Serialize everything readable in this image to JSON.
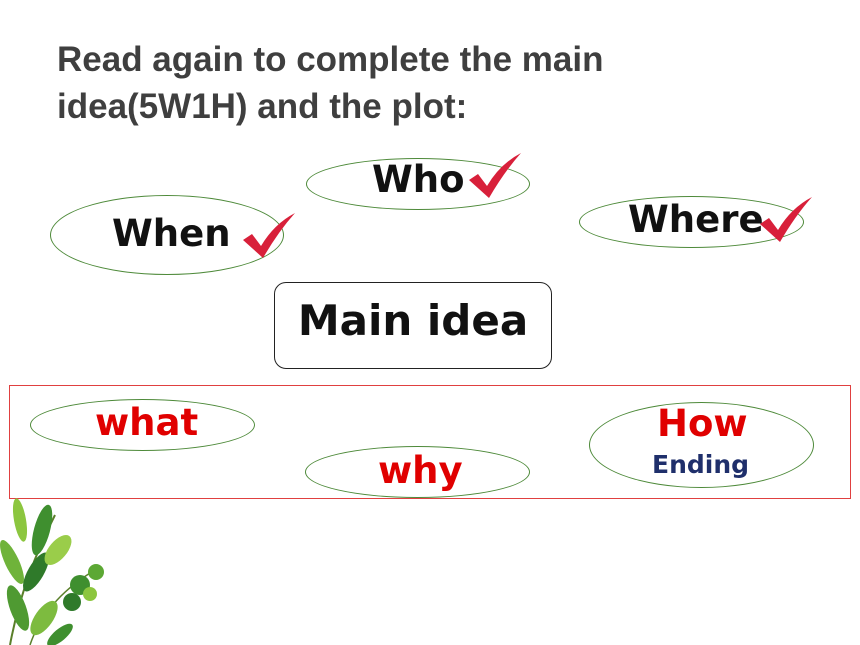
{
  "slide": {
    "title": "Read again to complete the main idea(5W1H) and the plot:",
    "center_label": "Main idea",
    "elements": {
      "who": "Who",
      "when": "When",
      "where": "Where",
      "what": "what",
      "why": "why",
      "how": "How",
      "ending": "Ending"
    },
    "checked": [
      "Who",
      "When",
      "Where"
    ]
  },
  "colors": {
    "title": "#3f3f3f",
    "ellipse_border": "#4e8a3a",
    "check": "#d8203a",
    "red_text": "#e00000",
    "navy_text": "#1f2f6b",
    "red_box": "#e04040"
  }
}
